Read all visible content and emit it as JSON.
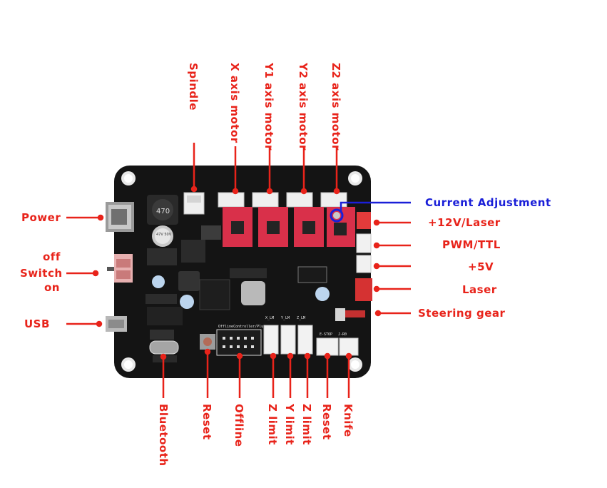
{
  "labels": {
    "spindle": "Spindle",
    "x_axis_motor": "X axis motor",
    "y1_axis_motor": "Y1 axis motor",
    "y2_axis_motor": "Y2 axis motor",
    "z2_axis_motor": "Z2 axis motor",
    "current_adjustment": "Current Adjustment",
    "laser_12v": "+12V/Laser",
    "pwm_ttl": "PWM/TTL",
    "plus_5v": "+5V",
    "laser": "Laser",
    "steering_gear": "Steering gear",
    "power": "Power",
    "switch_off": "off",
    "switch": "Switch",
    "switch_on": "on",
    "usb": "USB",
    "bluetooth": "Bluetooth",
    "reset_1": "Reset",
    "offline": "Offline",
    "z_limit": "Z limit",
    "y_limit": "Y limit",
    "z_limit_2": "Z limit",
    "reset_2": "Reset",
    "knife": "Knife"
  },
  "board_text": {
    "inductor": "470",
    "capacitor": "47V 50V",
    "offline_header": "OfflineController/Plug",
    "limit_x": "X_LM",
    "limit_y": "Y_LM",
    "limit_z": "Z_LM",
    "estop": "E-STOP",
    "jrs": "J-R0"
  },
  "colors": {
    "label_red": "#e8231a",
    "label_blue": "#1a1fd8",
    "pcb": "#141414",
    "driver": "#d9304a"
  }
}
